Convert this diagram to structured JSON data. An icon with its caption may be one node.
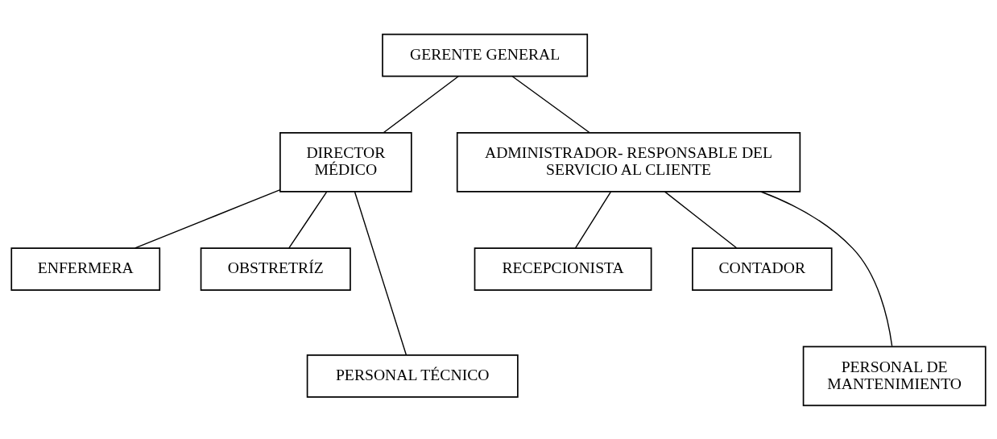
{
  "diagram": {
    "nodes": [
      {
        "text": [
          "GERENTE GENERAL"
        ]
      },
      {
        "text": [
          "DIRECTOR MÉDICO"
        ]
      },
      {
        "text": [
          "ADMINISTRADOR- RESPONSABLE DEL SERVICIO AL CLIENTE"
        ]
      },
      {
        "text": [
          "ENFERMERA"
        ]
      },
      {
        "text": [
          "OBSTRETRÍZ"
        ]
      },
      {
        "text": [
          "RECEPCIONISTA"
        ]
      },
      {
        "text": [
          "CONTADOR"
        ]
      },
      {
        "text": [
          "PERSONAL TÉCNICO"
        ]
      },
      {
        "text": [
          "PERSONAL DE MANTENIMIENTO"
        ]
      }
    ],
    "edges": [
      {
        "from": 0,
        "to": 1,
        "arrow": "none"
      },
      {
        "from": 0,
        "to": 2,
        "arrow": "none"
      },
      {
        "from": 1,
        "to": 3,
        "arrow": "none"
      },
      {
        "from": 1,
        "to": 7,
        "arrow": "none"
      },
      {
        "from": 1,
        "to": 4,
        "arrow": "none"
      },
      {
        "from": 2,
        "to": 5,
        "arrow": "none"
      },
      {
        "from": 2,
        "to": 8,
        "arrow": "none"
      },
      {
        "from": 2,
        "to": 6,
        "arrow": "none"
      }
    ]
  }
}
